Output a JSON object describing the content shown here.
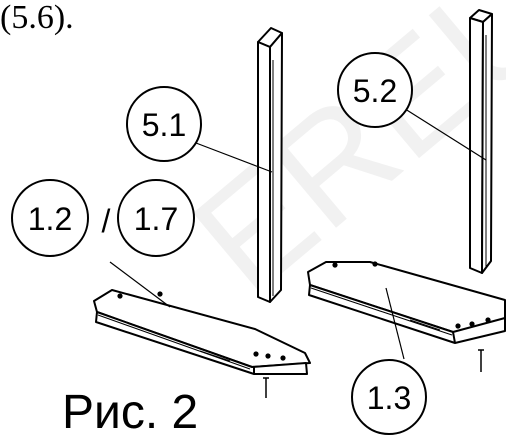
{
  "header_fragment": "(5.6).",
  "watermark_text": "EREU",
  "labels": {
    "part_5_1": "5.1",
    "part_5_2": "5.2",
    "part_1_2": "1.2",
    "separator": "/",
    "part_1_7": "1.7",
    "part_1_3": "1.3"
  },
  "caption": "Рис. 2"
}
